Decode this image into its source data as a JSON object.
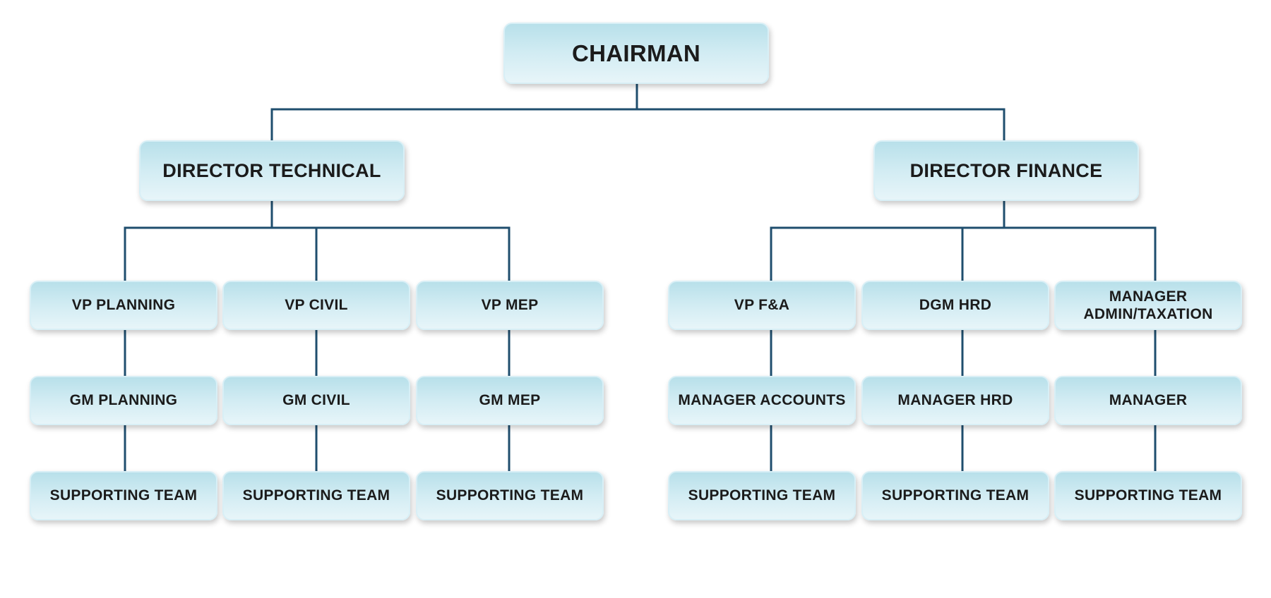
{
  "chairman": "CHAIRMAN",
  "directors": [
    {
      "title": "DIRECTOR TECHNICAL",
      "columns": [
        {
          "vp": "VP PLANNING",
          "manager": "GM PLANNING",
          "team": "SUPPORTING TEAM"
        },
        {
          "vp": "VP CIVIL",
          "manager": "GM CIVIL",
          "team": "SUPPORTING TEAM"
        },
        {
          "vp": "VP MEP",
          "manager": "GM MEP",
          "team": "SUPPORTING TEAM"
        }
      ]
    },
    {
      "title": "DIRECTOR FINANCE",
      "columns": [
        {
          "vp": "VP F&A",
          "manager": "MANAGER ACCOUNTS",
          "team": "SUPPORTING TEAM"
        },
        {
          "vp": "DGM HRD",
          "manager": "MANAGER HRD",
          "team": "SUPPORTING TEAM"
        },
        {
          "vp": "MANAGER ADMIN/TAXATION",
          "manager": "MANAGER",
          "team": "SUPPORTING TEAM"
        }
      ]
    }
  ],
  "colors": {
    "connector": "#1f4e6e",
    "box_top": "#b8e0ea",
    "box_bottom": "#e7f5f9",
    "text": "#1b1b1b"
  }
}
